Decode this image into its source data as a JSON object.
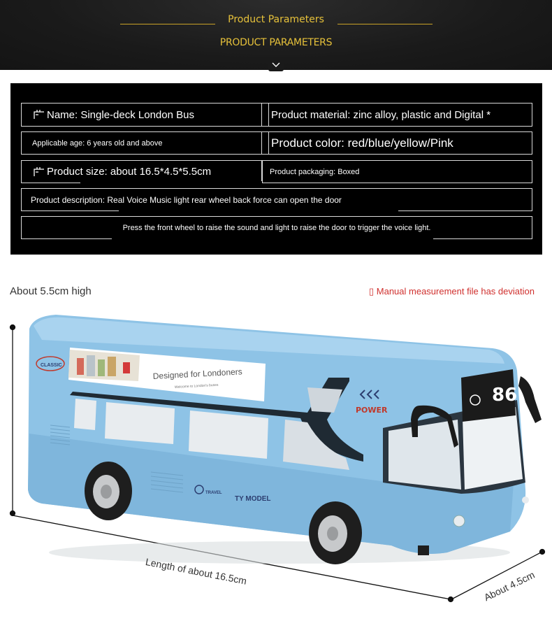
{
  "header": {
    "title": "Product Parameters",
    "subtitle": "PRODUCT PARAMETERS",
    "accent_color": "#e6c13a",
    "dropdown_icon": "chevron-down-icon"
  },
  "params": {
    "name": "Name: Single-deck London Bus",
    "material": "Product material: zinc alloy, plastic and Digital *",
    "age": "Applicable age: 6 years old and above",
    "color": "Product color: red/blue/yellow/Pink",
    "size": "Product size: about 16.5*4.5*5.5cm",
    "packaging": "Product packaging: Boxed",
    "description": "Product description: Real Voice Music light rear wheel back force can open the door",
    "instructions": "Press the front wheel to raise the sound and light to raise the door to trigger the voice light."
  },
  "product": {
    "height_label": "About 5.5cm high",
    "deviation_note": "▯ Manual measurement file has deviation",
    "length_label": "Length of about 16.5cm",
    "width_label": "About 4.5cm",
    "bus_ad_title": "Designed for Londoners",
    "bus_ad_subtitle": "Welcome to London's buses",
    "bus_brand": "CLASSIC",
    "bus_power_label": "POWER",
    "bus_route_number": "86",
    "bus_travel_label": "TRAVEL",
    "bus_model_label": "TY MODEL",
    "bus_color": "#8ec3e6"
  }
}
